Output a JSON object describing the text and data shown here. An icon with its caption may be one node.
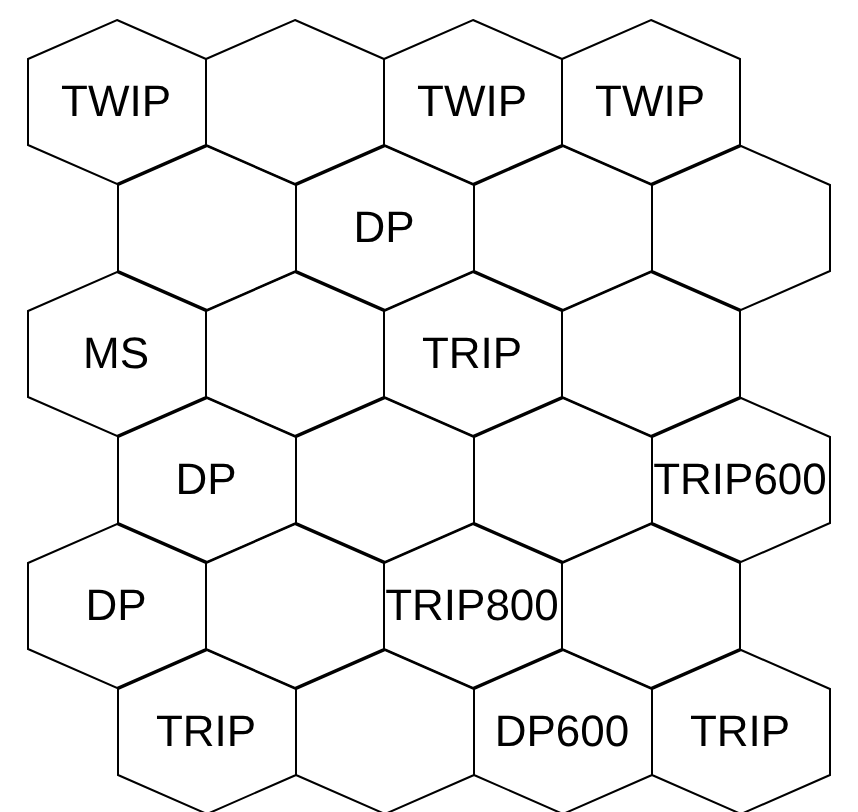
{
  "diagram": {
    "nodes": [
      {
        "text": [
          "TWIP"
        ]
      },
      {
        "text": [],
        "shape": "hexagon"
      },
      {
        "text": [
          "TWIP"
        ]
      },
      {
        "text": [
          "TWIP"
        ]
      },
      {
        "text": [],
        "shape": "hexagon"
      },
      {
        "text": [
          "DP"
        ]
      },
      {
        "text": [],
        "shape": "hexagon"
      },
      {
        "text": [],
        "shape": "hexagon"
      },
      {
        "text": [
          "MS"
        ]
      },
      {
        "text": [],
        "shape": "hexagon"
      },
      {
        "text": [
          "TRIP"
        ]
      },
      {
        "text": [],
        "shape": "hexagon"
      },
      {
        "text": [
          "DP"
        ]
      },
      {
        "text": [],
        "shape": "hexagon"
      },
      {
        "text": [],
        "shape": "hexagon"
      },
      {
        "text": [
          "TRIP600"
        ]
      },
      {
        "text": [
          "DP"
        ]
      },
      {
        "text": [],
        "shape": "hexagon"
      },
      {
        "text": [
          "TRIP800"
        ]
      },
      {
        "text": [],
        "shape": "hexagon"
      },
      {
        "text": [
          "TRIP"
        ]
      },
      {
        "text": [],
        "shape": "hexagon"
      },
      {
        "text": [
          "DP600"
        ]
      },
      {
        "text": [
          "TRIP"
        ]
      }
    ]
  }
}
